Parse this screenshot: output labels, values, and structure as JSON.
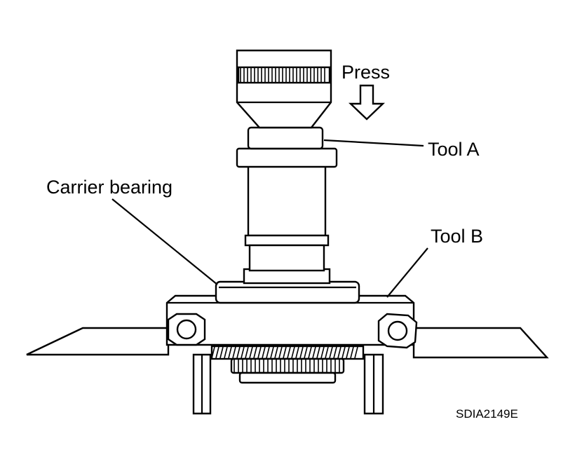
{
  "labels": {
    "press": "Press",
    "tool_a": "Tool A",
    "carrier_bearing": "Carrier bearing",
    "tool_b": "Tool B"
  },
  "figure_code": "SDIA2149E"
}
